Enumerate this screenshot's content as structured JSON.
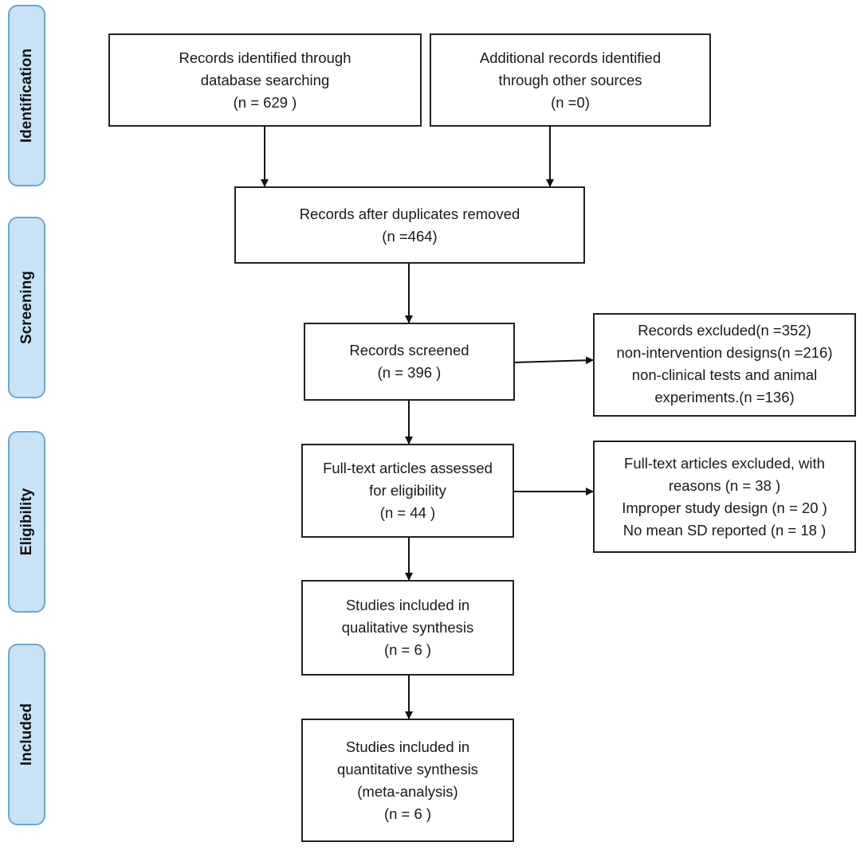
{
  "stages": {
    "identification": "Identification",
    "screening": "Screening",
    "eligibility": "Eligibility",
    "included": "Included"
  },
  "boxes": {
    "database_search": {
      "lines": [
        "Records identified through",
        "database searching",
        "(n = 629 )"
      ]
    },
    "other_sources": {
      "lines": [
        "Additional records identified",
        "through other sources",
        "(n =0)"
      ]
    },
    "duplicates_removed": {
      "lines": [
        "Records after duplicates removed",
        "(n =464)"
      ]
    },
    "screened": {
      "lines": [
        "Records screened",
        "(n = 396 )"
      ]
    },
    "excluded": {
      "lines": [
        "Records excluded(n =352)",
        "non-intervention designs(n =216)",
        "non-clinical tests and animal",
        "experiments.(n =136)"
      ]
    },
    "fulltext_assessed": {
      "lines": [
        "Full-text articles assessed",
        "for eligibility",
        "(n = 44 )"
      ]
    },
    "fulltext_excluded": {
      "lines": [
        "Full-text articles excluded, with",
        "reasons (n = 38 )",
        "Improper study design (n = 20 )",
        "No mean SD reported (n = 18 )"
      ]
    },
    "qualitative": {
      "lines": [
        "Studies included in",
        "qualitative synthesis",
        "(n = 6 )"
      ]
    },
    "quantitative": {
      "lines": [
        "Studies included in",
        "quantitative synthesis",
        "(meta-analysis)",
        "(n = 6 )"
      ]
    }
  }
}
